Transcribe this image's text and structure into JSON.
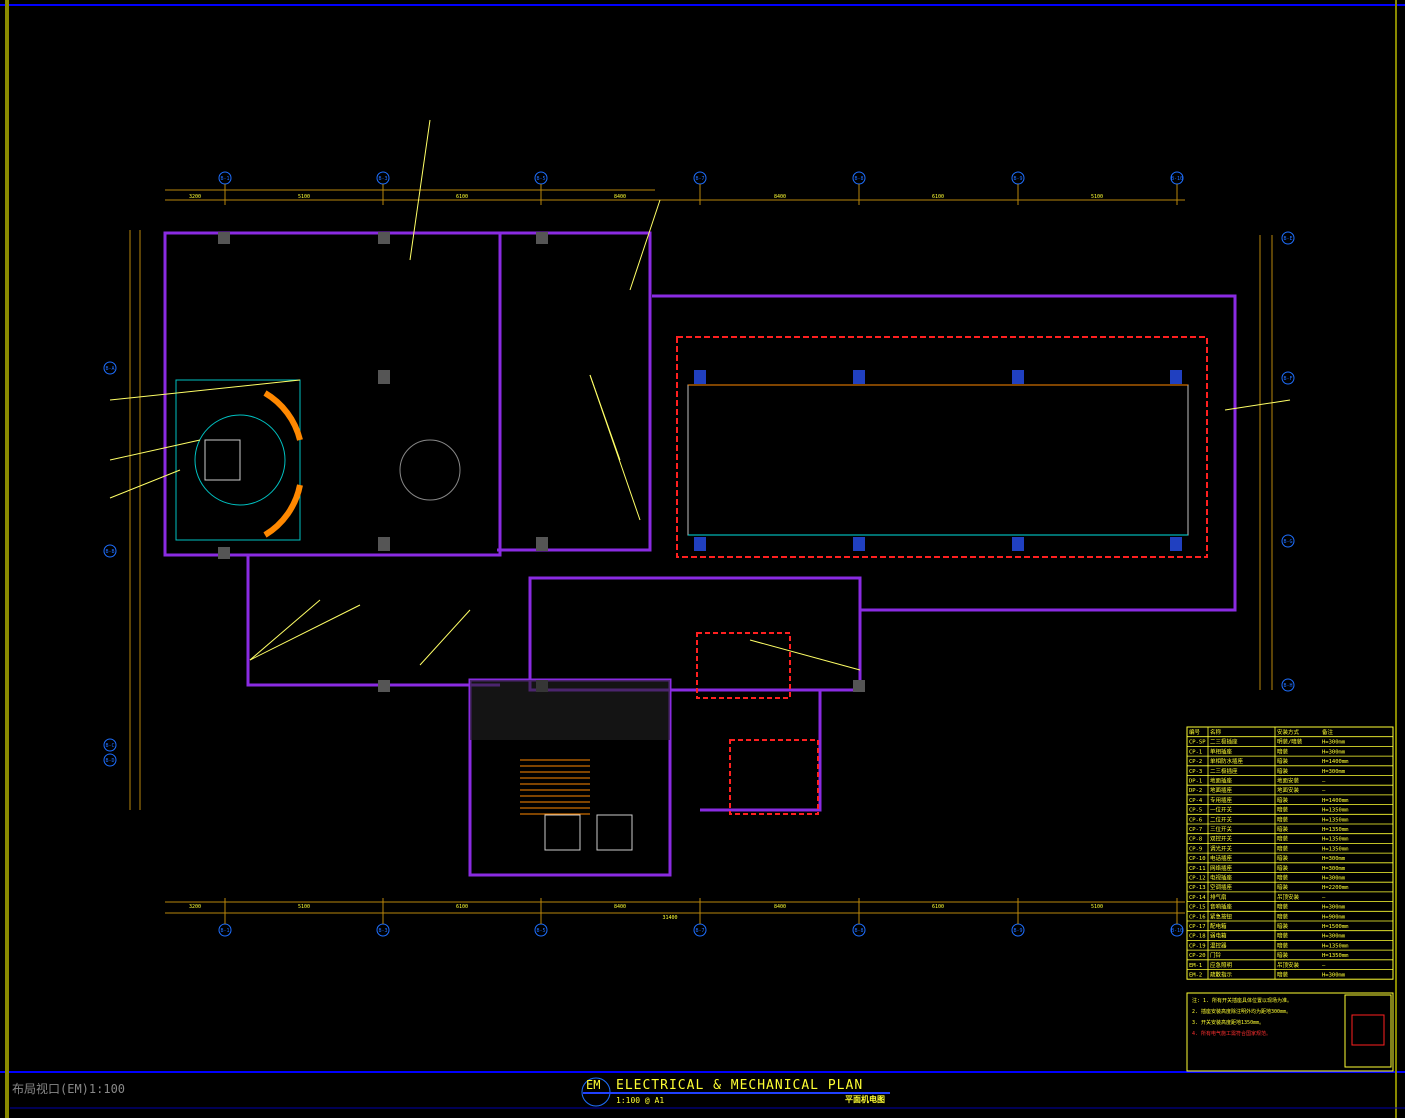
{
  "sheet": {
    "code": "EM",
    "title": "ELECTRICAL & MECHANICAL PLAN",
    "scale": "1:100 @ A1",
    "title_cn": "平面机电图",
    "viewport_label": "布局视口(EM)1:100"
  },
  "grid": {
    "columns": [
      "B-1",
      "B-3",
      "B-5",
      "B-7",
      "B-8",
      "B-9",
      "B-10"
    ],
    "rows_left": [
      "B-A",
      "B-B",
      "B-C",
      "B-D"
    ],
    "rows_right": [
      "B-E",
      "B-F",
      "B-G",
      "B-H"
    ]
  },
  "dimensions": {
    "top": [
      "3200",
      "5100",
      "6100",
      "8400",
      "8400",
      "6100",
      "5100"
    ],
    "overall": "31400"
  },
  "legend": {
    "headers": [
      "编号",
      "名称",
      "安装方式",
      "备注"
    ],
    "rows": [
      [
        "CP-SP",
        "二三极插座",
        "明装/暗装",
        "H=300mm"
      ],
      [
        "CP-1",
        "单相插座",
        "暗装",
        "H=300mm"
      ],
      [
        "CP-2",
        "单相防水插座",
        "暗装",
        "H=1400mm"
      ],
      [
        "CP-3",
        "二三极插座",
        "暗装",
        "H=300mm"
      ],
      [
        "DP-1",
        "地面插座",
        "地面安装",
        "—"
      ],
      [
        "DP-2",
        "地面插座",
        "地面安装",
        "—"
      ],
      [
        "CP-4",
        "专用插座",
        "暗装",
        "H=1400mm"
      ],
      [
        "CP-5",
        "一位开关",
        "暗装",
        "H=1350mm"
      ],
      [
        "CP-6",
        "二位开关",
        "暗装",
        "H=1350mm"
      ],
      [
        "CP-7",
        "三位开关",
        "暗装",
        "H=1350mm"
      ],
      [
        "CP-8",
        "双控开关",
        "暗装",
        "H=1350mm"
      ],
      [
        "CP-9",
        "调光开关",
        "暗装",
        "H=1350mm"
      ],
      [
        "CP-10",
        "电话插座",
        "暗装",
        "H=300mm"
      ],
      [
        "CP-11",
        "网络插座",
        "暗装",
        "H=300mm"
      ],
      [
        "CP-12",
        "电视插座",
        "暗装",
        "H=300mm"
      ],
      [
        "CP-13",
        "空调插座",
        "暗装",
        "H=2200mm"
      ],
      [
        "CP-14",
        "排气扇",
        "吊顶安装",
        "—"
      ],
      [
        "CP-15",
        "音响插座",
        "暗装",
        "H=300mm"
      ],
      [
        "CP-16",
        "紧急按钮",
        "暗装",
        "H=900mm"
      ],
      [
        "CP-17",
        "配电箱",
        "暗装",
        "H=1500mm"
      ],
      [
        "CP-18",
        "弱电箱",
        "暗装",
        "H=300mm"
      ],
      [
        "CP-19",
        "温控器",
        "暗装",
        "H=1350mm"
      ],
      [
        "CP-20",
        "门铃",
        "暗装",
        "H=1350mm"
      ],
      [
        "EM-1",
        "应急照明",
        "吊顶安装",
        "—"
      ],
      [
        "EM-2",
        "疏散指示",
        "暗装",
        "H=300mm"
      ]
    ]
  },
  "notes": [
    "注: 1. 所有开关插座具体位置以现场为准。",
    "2. 插座安装高度除注明外均为距地300mm。",
    "3. 开关安装高度距地1350mm。",
    "4. 所有电气施工需符合国家规范。"
  ],
  "colors": {
    "wall": "#8a2be2",
    "grid": "#b8860b",
    "text": "#ffff33",
    "bubble": "#1e6fff",
    "red": "#ff2020",
    "cyan": "#00e0e0",
    "frame": "#0000ff"
  }
}
